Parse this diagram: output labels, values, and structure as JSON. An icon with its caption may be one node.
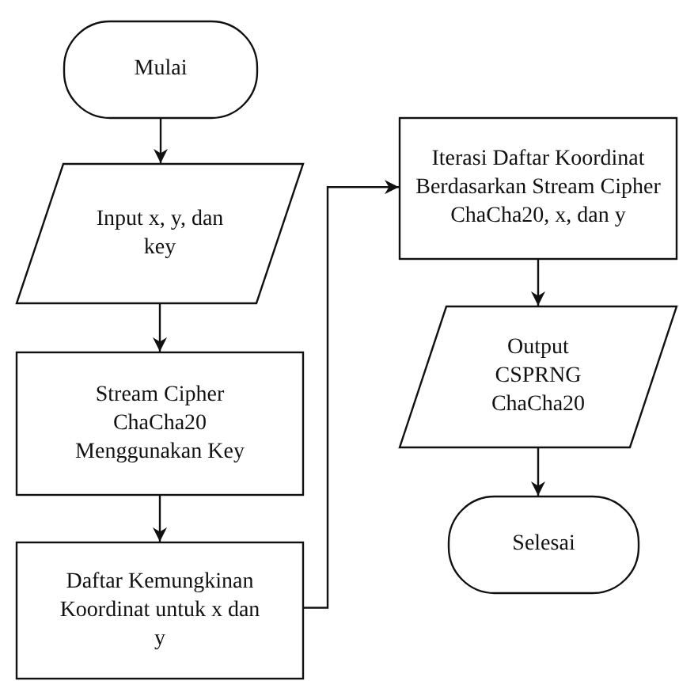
{
  "diagram": {
    "nodes": [
      {
        "text": [
          "Mulai"
        ]
      },
      {
        "text": [
          "Input x, y, dan key"
        ]
      },
      {
        "text": [
          "Stream Cipher ChaCha20 Menggunakan Key"
        ]
      },
      {
        "text": [
          "Daftar Kemungkinan Koordinat untuk x dan y"
        ]
      },
      {
        "text": [
          "Iterasi Daftar Koordinat Berdasarkan Stream Cipher ChaCha20, x, dan y"
        ]
      },
      {
        "text": [
          "Output CSPRNG ChaCha20"
        ]
      },
      {
        "text": [
          "Selesai"
        ]
      }
    ],
    "edges": [
      {
        "from": 0,
        "to": 1,
        "arrow": "to"
      },
      {
        "from": 1,
        "to": 2,
        "arrow": "to"
      },
      {
        "from": 2,
        "to": 3,
        "arrow": "to"
      },
      {
        "from": 3,
        "to": 4,
        "arrow": "to"
      },
      {
        "from": 4,
        "to": 5,
        "arrow": "to"
      },
      {
        "from": 5,
        "to": 6,
        "arrow": "to"
      }
    ]
  }
}
